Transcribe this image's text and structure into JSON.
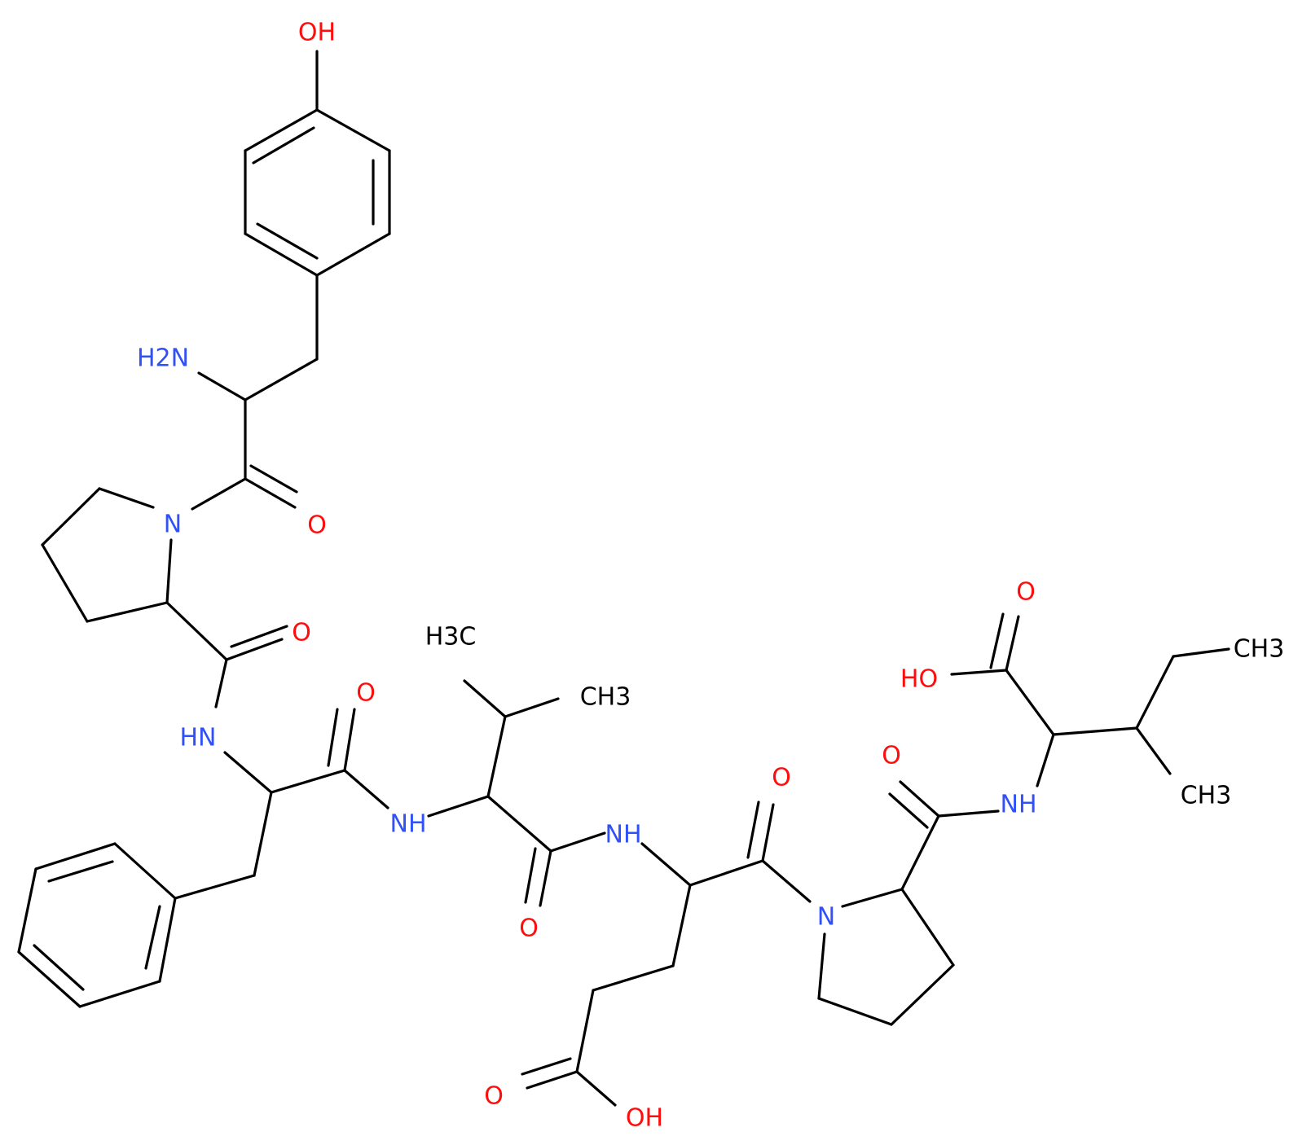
{
  "colors": {
    "bond": "#000000",
    "O": "#ff0d0d",
    "N": "#3050f8",
    "C": "#000000"
  },
  "atoms": [
    {
      "label": "OH",
      "element": "O"
    },
    {
      "label": "H2N",
      "element": "N"
    },
    {
      "label": "N",
      "element": "N"
    },
    {
      "label": "O",
      "element": "O"
    },
    {
      "label": "O",
      "element": "O"
    },
    {
      "label": "HN",
      "element": "N"
    },
    {
      "label": "O",
      "element": "O"
    },
    {
      "label": "H3C",
      "element": "C"
    },
    {
      "label": "CH3",
      "element": "C"
    },
    {
      "label": "NH",
      "element": "N"
    },
    {
      "label": "O",
      "element": "O"
    },
    {
      "label": "NH",
      "element": "N"
    },
    {
      "label": "O",
      "element": "O"
    },
    {
      "label": "N",
      "element": "N"
    },
    {
      "label": "O",
      "element": "O"
    },
    {
      "label": "O",
      "element": "O"
    },
    {
      "label": "OH",
      "element": "O"
    },
    {
      "label": "O",
      "element": "O"
    },
    {
      "label": "HO",
      "element": "O"
    },
    {
      "label": "NH",
      "element": "N"
    },
    {
      "label": "CH3",
      "element": "C"
    },
    {
      "label": "CH3",
      "element": "C"
    }
  ]
}
